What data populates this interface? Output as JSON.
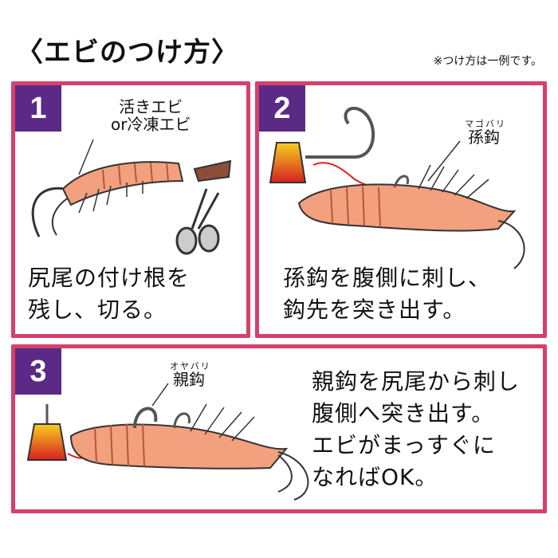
{
  "title": "〈エビのつけ方〉",
  "note": "※つけ方は一例です。",
  "steps": [
    {
      "number": "1",
      "label": "活きエビ\nor冷凍エビ",
      "text": "尻尾の付け根を\n残し、切る。"
    },
    {
      "number": "2",
      "ruby": "マゴバリ",
      "label": "孫鈎",
      "text": "孫鈎を腹側に刺し、\n鈎先を突き出す。"
    },
    {
      "number": "3",
      "ruby": "オヤバリ",
      "label": "親鈎",
      "text": "親鈎を尻尾から刺し\n腹側へ突き出す。\nエビがまっすぐに\nなればOK。"
    }
  ],
  "colors": {
    "panel_border": "#d6406a",
    "badge": "#5a2a86",
    "shrimp": "#f2a07e",
    "line": "#e02020"
  }
}
